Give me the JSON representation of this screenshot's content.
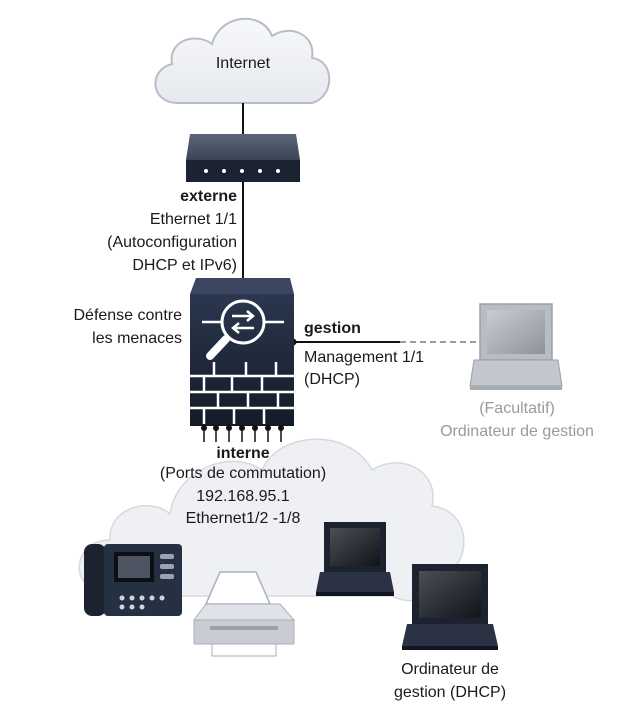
{
  "internet": {
    "label": "Internet"
  },
  "outside": {
    "name": "externe",
    "port": "Ethernet 1/1",
    "mode_line1": "(Autoconfiguration",
    "mode_line2": "DHCP et IPv6)"
  },
  "device": {
    "line1": "Défense contre",
    "line2": "les menaces"
  },
  "management": {
    "name": "gestion",
    "port": "Management 1/1",
    "mode": "(DHCP)"
  },
  "optional_pc": {
    "line1": "(Facultatif)",
    "line2": "Ordinateur de gestion"
  },
  "inside": {
    "name": "interne",
    "ports": "(Ports de commutation)",
    "ip": "192.168.95.1",
    "range": "Ethernet1/2 -1/8"
  },
  "mgmt_pc_dhcp": {
    "line1": "Ordinateur de",
    "line2": "gestion (DHCP)"
  },
  "colors": {
    "device_dark": "#1f2a3d",
    "cloud_fill": "#eef0f3",
    "cloud_stroke": "#b9bec6",
    "inactive_grey": "#9a9a9a"
  },
  "icons": [
    "cloud-icon",
    "router-icon",
    "firewall-icon",
    "laptop-icon",
    "ip-phone-icon",
    "printer-icon"
  ]
}
